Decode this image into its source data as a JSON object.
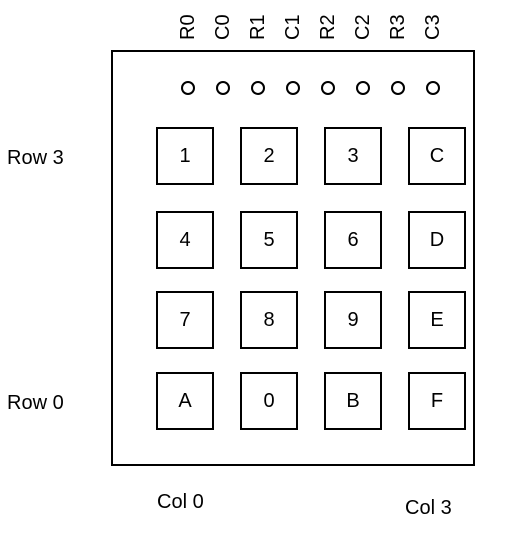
{
  "pins": [
    "R0",
    "C0",
    "R1",
    "C1",
    "R2",
    "C2",
    "R3",
    "C3"
  ],
  "keys": {
    "row3": [
      "1",
      "2",
      "3",
      "C"
    ],
    "row2": [
      "4",
      "5",
      "6",
      "D"
    ],
    "row1": [
      "7",
      "8",
      "9",
      "E"
    ],
    "row0": [
      "A",
      "0",
      "B",
      "F"
    ]
  },
  "labels": {
    "row_top": "Row 3",
    "row_bottom": "Row 0",
    "col_left": "Col 0",
    "col_right": "Col 3"
  }
}
